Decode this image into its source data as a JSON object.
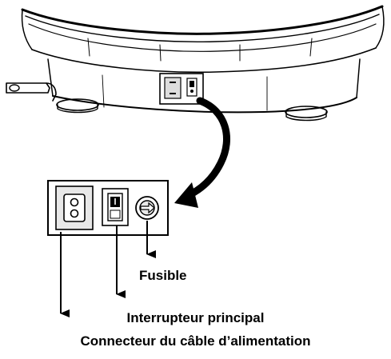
{
  "labels": {
    "fuse": "Fusible",
    "main_switch": "Interrupteur principal",
    "power_connector": "Connecteur du câble d’alimentation"
  },
  "icons": {
    "device": "appliance-base-drawing",
    "zoom_arrow": "curved-arrow-icon",
    "power_socket": "power-socket-icon",
    "switch": "rocker-switch-icon",
    "fuse": "fuse-holder-icon",
    "pointer": "down-arrow-icon"
  },
  "colors": {
    "ink": "#000000",
    "background": "#ffffff",
    "shade": "#e8e8e8"
  }
}
